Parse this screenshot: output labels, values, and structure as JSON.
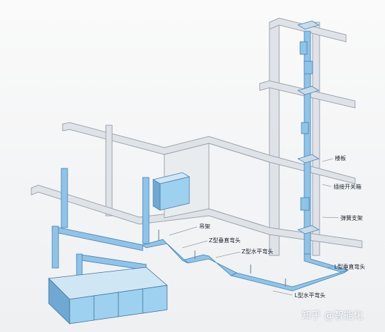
{
  "labels": {
    "louban": "楼板",
    "chajie": "插接开关箱",
    "tanhuang": "弹簧支架",
    "diaojia": "吊架",
    "z_vertical": "Z型垂直弯头",
    "z_horizontal": "Z型水平弯头",
    "l_vertical": "L型垂直弯头",
    "l_horizontal": "L型水平弯头"
  },
  "watermark": "知乎 @智能化",
  "colors": {
    "busway": "#8fc4e8",
    "busway_edge": "#3f7fb3",
    "slab": "#dfe3e8",
    "slab_edge": "#9aa3ad",
    "cabinet": "#9ed0ef",
    "cabinet_dark": "#6fa9d3"
  }
}
